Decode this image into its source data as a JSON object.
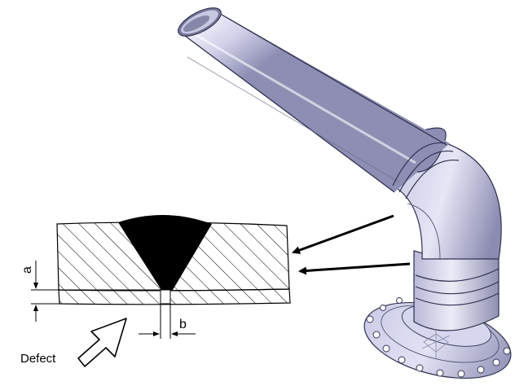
{
  "labels": {
    "dimension_a": "a",
    "dimension_b": "b",
    "defect": "Defect"
  },
  "colors": {
    "pipe_light": "#e4e4f6",
    "pipe_mid": "#b9b9d8",
    "pipe_dark": "#7e7ea4",
    "weld_fill": "#000000",
    "hatch": "#000000",
    "background": "#ffffff"
  }
}
